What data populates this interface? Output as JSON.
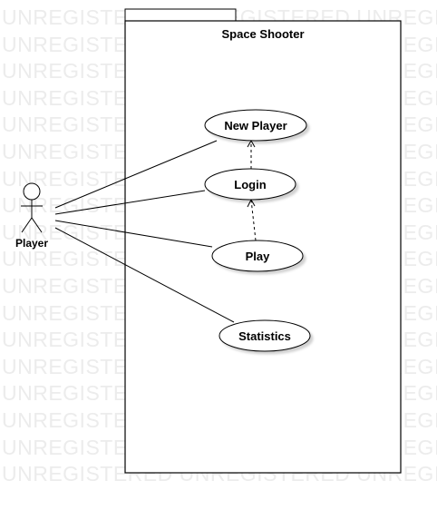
{
  "watermark": {
    "line": "UNREGISTERED UNREGISTERED UNREGISTERED UNREGISTERED"
  },
  "system": {
    "title": "Space Shooter"
  },
  "actor": {
    "label": "Player"
  },
  "use_cases": [
    {
      "label": "New Player"
    },
    {
      "label": "Login"
    },
    {
      "label": "Play"
    },
    {
      "label": "Statistics"
    }
  ]
}
